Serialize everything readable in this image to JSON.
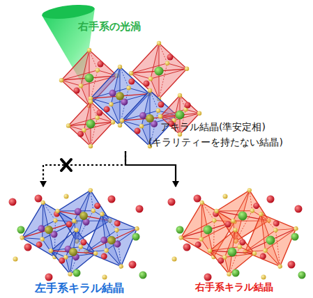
{
  "diagram": {
    "nodes": [
      {
        "text": [
          "アキラル結晶(準安定相)",
          "(キラリティーを持たない結晶)"
        ]
      },
      {
        "text": [
          "左手系キラル結晶"
        ]
      },
      {
        "text": [
          "右手系キラル結晶"
        ]
      }
    ],
    "edges": [
      {
        "from": 0,
        "to": 1,
        "arrow": "to"
      },
      {
        "from": 0,
        "to": 2,
        "arrow": "to"
      }
    ],
    "labels": [
      "右手系の光渦"
    ]
  }
}
